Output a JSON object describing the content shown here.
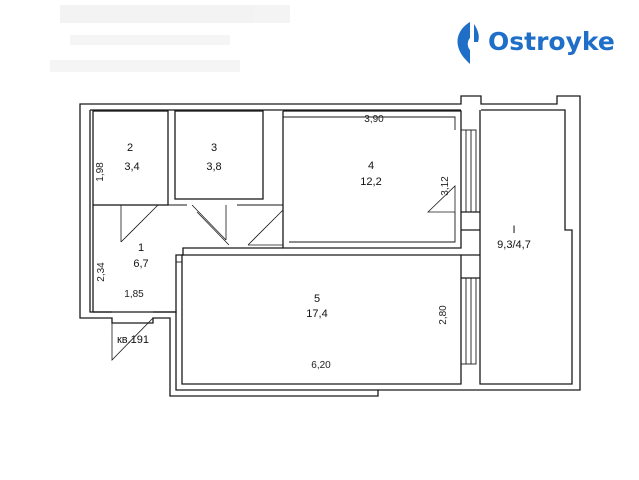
{
  "brand": {
    "name": "Ostroyke",
    "color": "#1f6fc9"
  },
  "rooms": [
    {
      "id": "1",
      "area": "6,7"
    },
    {
      "id": "2",
      "area": "3,4"
    },
    {
      "id": "3",
      "area": "3,8"
    },
    {
      "id": "4",
      "area": "12,2"
    },
    {
      "id": "5",
      "area": "17,4"
    },
    {
      "id": "I",
      "area": "9,3/4,7"
    }
  ],
  "dimensions": {
    "room4_width": "3,90",
    "room4_height": "3,12",
    "room2_height": "1,98",
    "room1_height": "2,34",
    "room1_width": "1,85",
    "room5_height": "2,80",
    "room5_width": "6,20"
  },
  "apartment_label": "кв.191"
}
